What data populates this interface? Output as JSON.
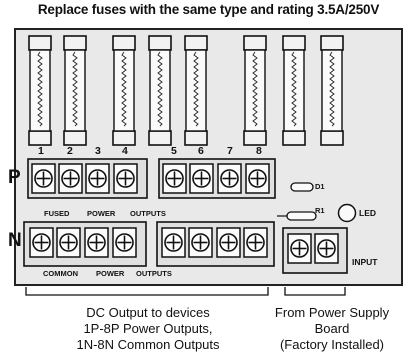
{
  "title": "Replace fuses with the same type and rating 3.5A/250V",
  "terminal_numbers": [
    "1",
    "2",
    "3",
    "4",
    "5",
    "6",
    "7",
    "8"
  ],
  "row_p": {
    "letter": "P",
    "caption_words": [
      "FUSED",
      "POWER",
      "OUTPUTS"
    ]
  },
  "row_n": {
    "letter": "N",
    "caption_words": [
      "COMMON",
      "POWER",
      "OUTPUTS"
    ]
  },
  "indicators": {
    "d1": "D1",
    "r1": "R1",
    "led": "LED"
  },
  "input_label": "INPUT",
  "captions": {
    "dc_output": [
      "DC Output to devices",
      "1P-8P Power Outputs,",
      "1N-8N Common Outputs"
    ],
    "power_board": [
      "From Power Supply",
      "Board",
      "(Factory Installed)"
    ]
  }
}
